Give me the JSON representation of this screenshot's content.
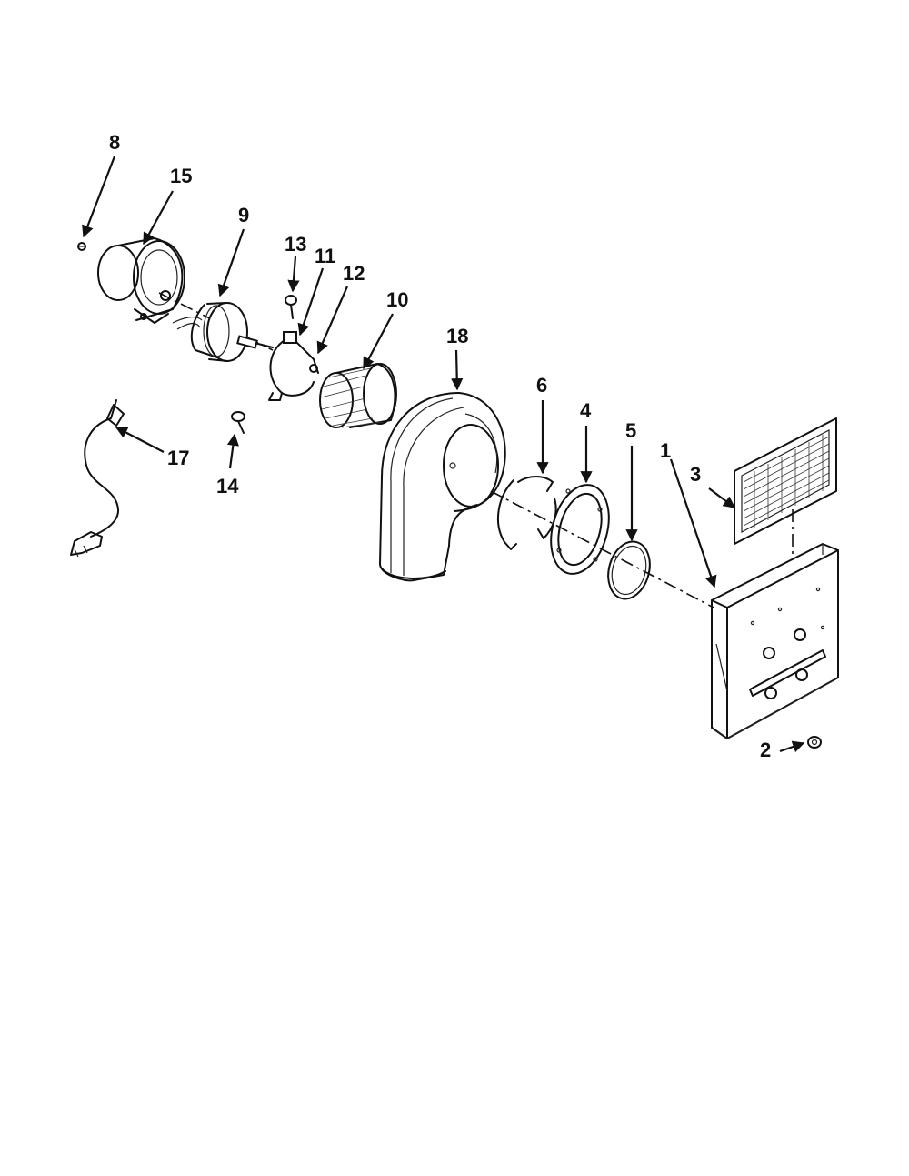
{
  "callouts": {
    "c1": "1",
    "c2": "2",
    "c3": "3",
    "c4": "4",
    "c5": "5",
    "c6": "6",
    "c8": "8",
    "c9": "9",
    "c10": "10",
    "c11": "11",
    "c12": "12",
    "c13": "13",
    "c14": "14",
    "c15": "15",
    "c17": "17",
    "c18": "18"
  }
}
